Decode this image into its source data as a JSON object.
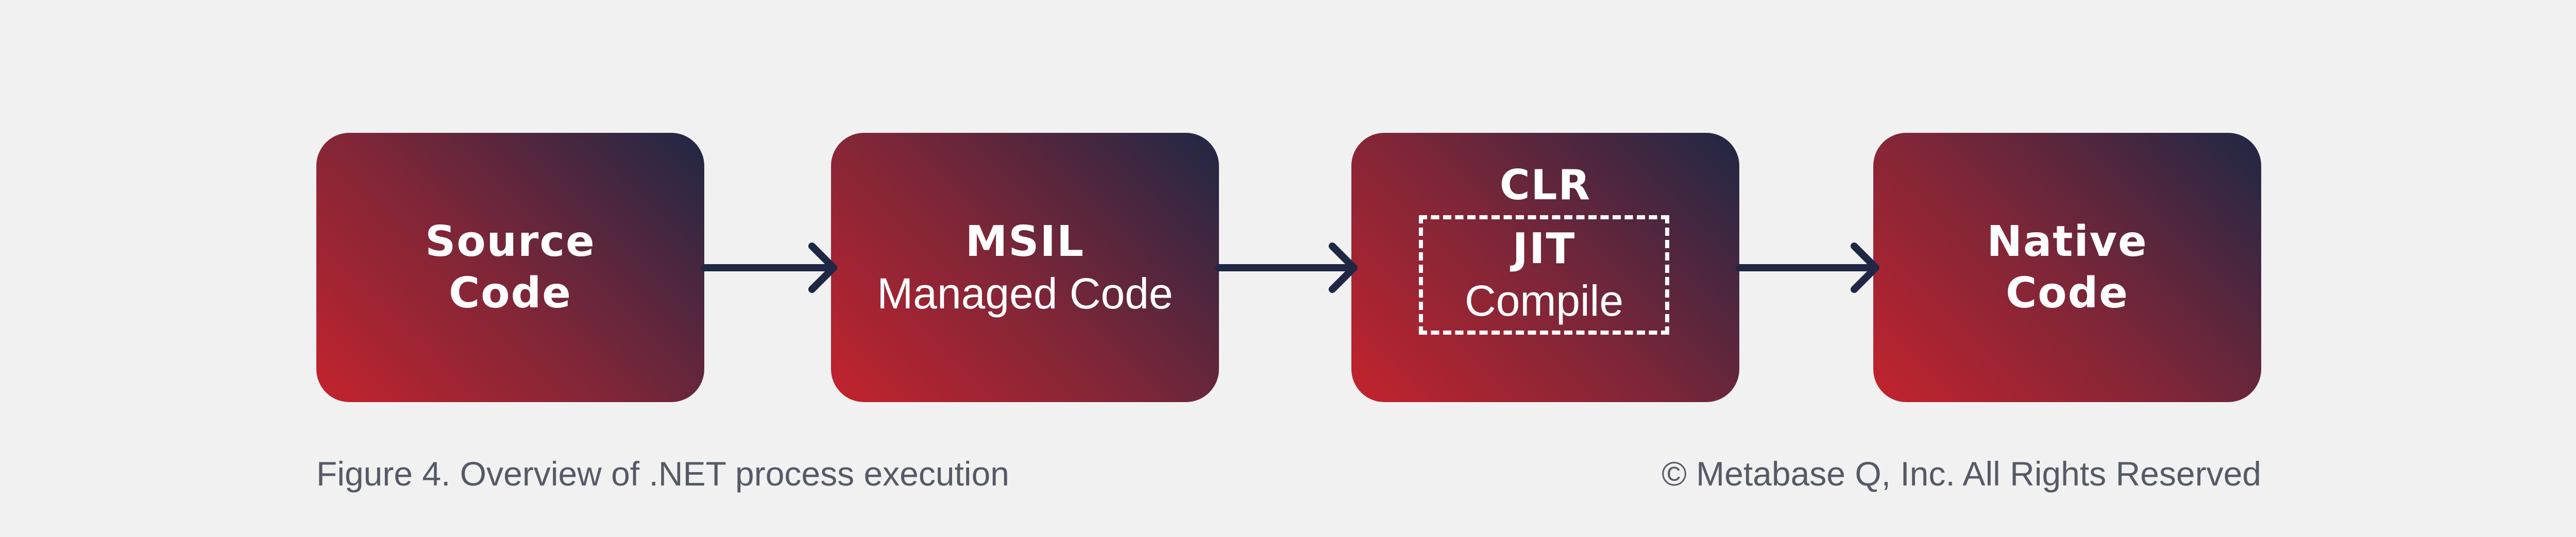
{
  "nodes": {
    "source": {
      "line1": "Source",
      "line2": "Code"
    },
    "msil": {
      "line1": "MSIL",
      "line2": "Managed Code"
    },
    "clr": {
      "title": "CLR",
      "jit_line1": "JIT",
      "jit_line2": "Compile"
    },
    "native": {
      "line1": "Native",
      "line2": "Code"
    }
  },
  "caption": {
    "figure": "Figure 4. Overview of .NET process execution",
    "copyright": "© Metabase Q, Inc. All Rights Reserved"
  },
  "colors": {
    "background": "#f1f1f1",
    "gradient_start": "#c3232d",
    "gradient_end": "#1f2745",
    "arrow": "#1f2745",
    "caption_text": "#555a66"
  }
}
